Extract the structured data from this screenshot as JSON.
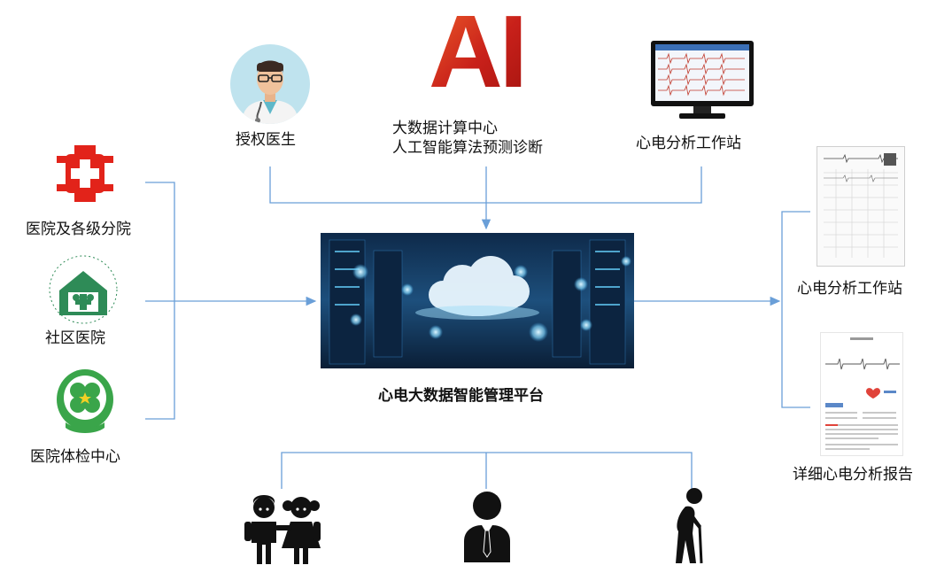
{
  "platform": {
    "title": "心电大数据智能管理平台"
  },
  "top": {
    "doctor_label": "授权医生",
    "ai_text": "AI",
    "ai_caption_line1": "大数据计算中心",
    "ai_caption_line2": "人工智能算法预测诊断",
    "workstation_label": "心电分析工作站"
  },
  "left": {
    "hospital_label": "医院及各级分院",
    "community_label": "社区医院",
    "checkup_label": "医院体检中心"
  },
  "right": {
    "workstation_label": "心电分析工作站",
    "report_label": "详细心电分析报告"
  },
  "bottom": {
    "icons": [
      "children-icon",
      "adult-icon",
      "elderly-icon"
    ]
  },
  "colors": {
    "connector": "#6a9fd8",
    "hospital_red": "#e2231a",
    "community_green": "#2e8b57",
    "checkup_green": "#3aa54a"
  }
}
